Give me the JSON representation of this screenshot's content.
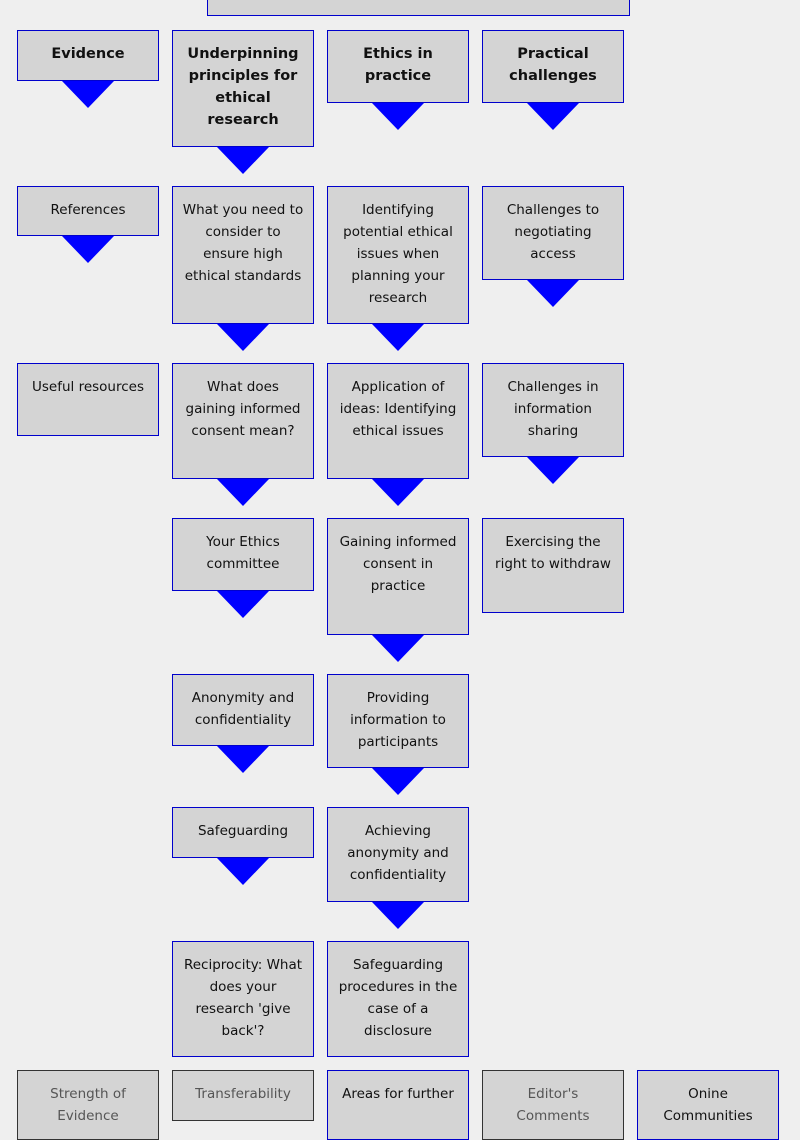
{
  "columns": {
    "evidence": {
      "header": "Evidence",
      "items": [
        "References",
        "Useful resources"
      ]
    },
    "principles": {
      "header": "Underpinning principles for ethical research",
      "items": [
        "What you need to consider to ensure high ethical standards",
        "What does gaining informed consent mean?",
        "Your Ethics committee",
        "Anonymity and confidentiality",
        "Safeguarding",
        "Reciprocity: What does your research 'give back'?"
      ]
    },
    "practice": {
      "header": "Ethics in practice",
      "items": [
        "Identifying potential ethical issues when planning your research",
        "Application of ideas: Identifying ethical issues",
        "Gaining informed consent in practice",
        "Providing information to participants",
        "Achieving anonymity and confidentiality",
        "Safeguarding procedures in the case of a disclosure"
      ]
    },
    "challenges": {
      "header": "Practical challenges",
      "items": [
        "Challenges to negotiating access",
        "Challenges in information sharing",
        "Exercising the right to withdraw"
      ]
    }
  },
  "bottom_row": [
    "Strength of Evidence",
    "Transferability",
    "Areas for further",
    "Editor's Comments",
    "Onine Communities"
  ]
}
